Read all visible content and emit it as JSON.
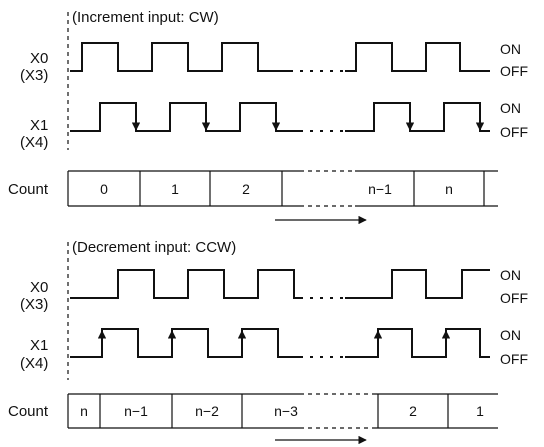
{
  "increment": {
    "caption": "(Increment input: CW)",
    "x0_label": "X0",
    "x3_label": "(X3)",
    "x1_label": "X1",
    "x4_label": "(X4)",
    "on_label": "ON",
    "off_label": "OFF",
    "count_label": "Count",
    "cells": [
      "0",
      "1",
      "2",
      "",
      "n−1",
      "n",
      ""
    ]
  },
  "decrement": {
    "caption": "(Decrement input: CCW)",
    "x0_label": "X0",
    "x3_label": "(X3)",
    "x1_label": "X1",
    "x4_label": "(X4)",
    "on_label": "ON",
    "off_label": "OFF",
    "count_label": "Count",
    "cells": [
      "n",
      "n−1",
      "n−2",
      "n−3",
      "",
      "2",
      "1"
    ]
  }
}
